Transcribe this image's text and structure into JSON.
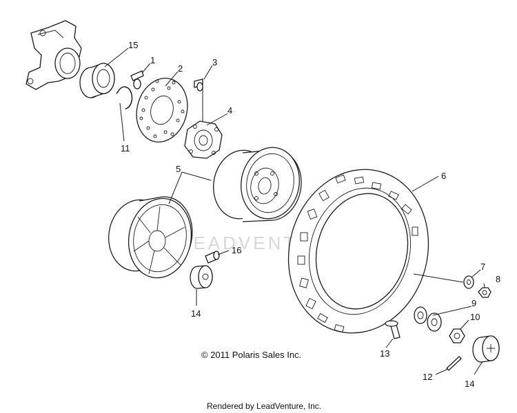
{
  "watermark": "LEADVENTURE",
  "copyright": "© 2011 Polaris Sales Inc.",
  "rendered_by": "Rendered by LeadVenture, Inc.",
  "callouts": {
    "c1": "1",
    "c2": "2",
    "c3": "3",
    "c4": "4",
    "c5": "5",
    "c6": "6",
    "c7": "7",
    "c8": "8",
    "c9": "9",
    "c10": "10",
    "c11": "11",
    "c12": "12",
    "c13": "13",
    "c14a": "14",
    "c14b": "14",
    "c15": "15",
    "c16": "16"
  }
}
